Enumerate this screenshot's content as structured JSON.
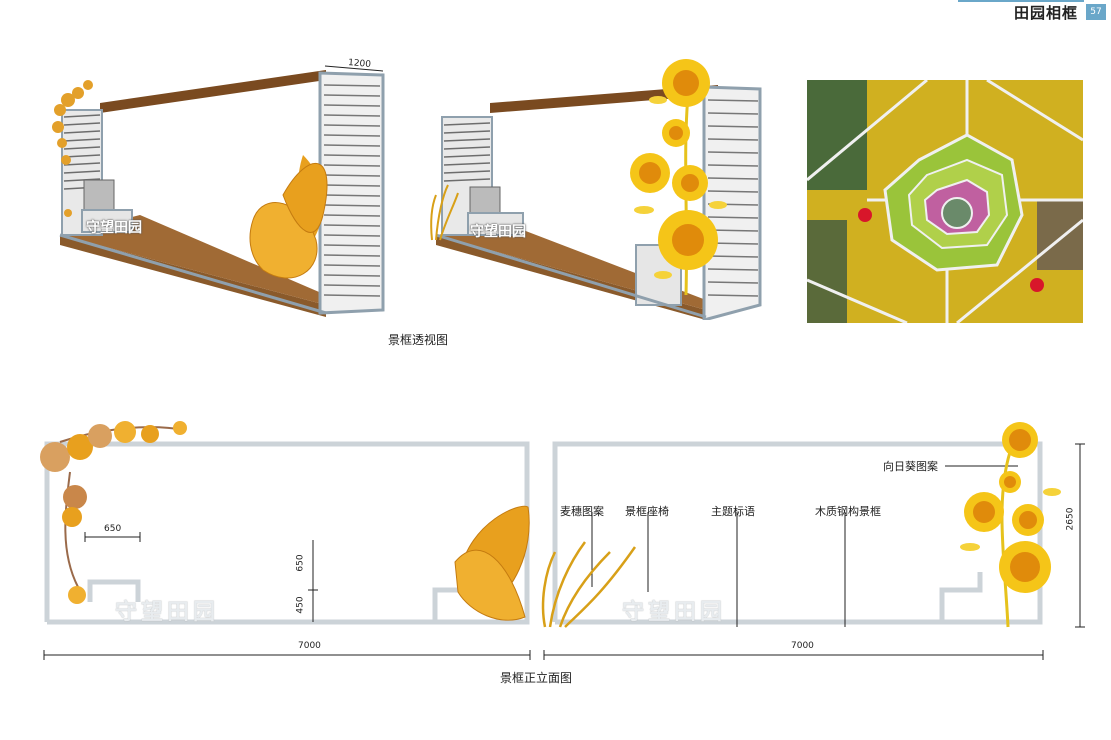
{
  "header": {
    "title": "田园相框",
    "page_number": "57"
  },
  "perspective": {
    "caption": "景框透视图",
    "dim_width": "1200",
    "slogan": "守望田园"
  },
  "elevation": {
    "caption": "景框正立面图",
    "left": {
      "dim_seat_width": "650",
      "dim_height_upper": "650",
      "dim_height_lower": "450",
      "dim_total_width": "7000",
      "slogan": "守望田园"
    },
    "right": {
      "labels": {
        "wheat": "麦穗图案",
        "seat": "景框座椅",
        "slogan": "主题标语",
        "frame": "木质钢构景框",
        "sunflower": "向日葵图案"
      },
      "dim_total_height": "2650",
      "dim_total_width": "7000",
      "slogan": "守望田园"
    }
  },
  "colors": {
    "accent": "#6aa7c9",
    "wood": "#8a5a2b",
    "sunflower": "#f5c518",
    "leaf": "#e8a01e",
    "field": "#c7a92a"
  }
}
